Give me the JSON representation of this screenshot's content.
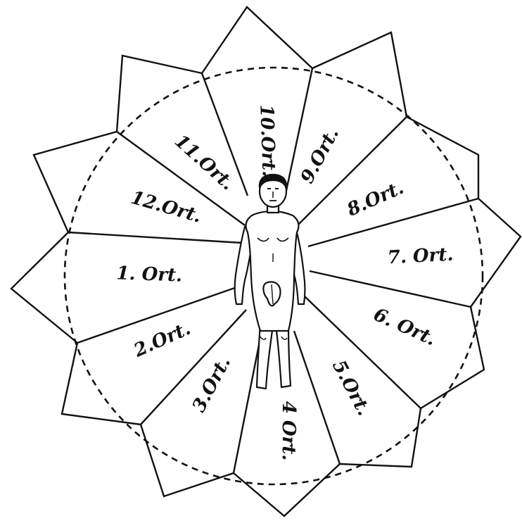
{
  "diagram": {
    "colors": {
      "ink": "#111111",
      "paper": "#ffffff"
    },
    "figure": "human-figure",
    "sectors": [
      {
        "label": "1. Ort."
      },
      {
        "label": "2.Ort."
      },
      {
        "label": "3.Ort."
      },
      {
        "label": "4 Ort."
      },
      {
        "label": "5.Ort."
      },
      {
        "label": "6. Ort."
      },
      {
        "label": "7. Ort."
      },
      {
        "label": "8.Ort."
      },
      {
        "label": "9.Ort."
      },
      {
        "label": "10.Ort."
      },
      {
        "label": "11.Ort."
      },
      {
        "label": "12.Ort."
      }
    ]
  }
}
